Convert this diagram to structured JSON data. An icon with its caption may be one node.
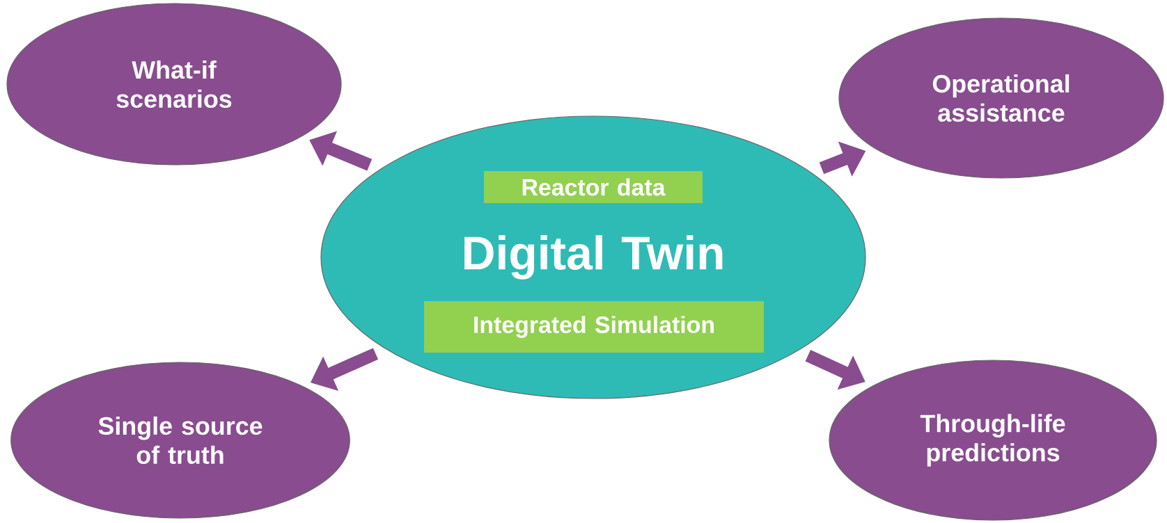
{
  "diagram": {
    "nodes": [
      {
        "text": [
          "What-if scenarios"
        ]
      },
      {
        "text": [
          "Operational assistance"
        ]
      },
      {
        "text": [
          "Digital Twin"
        ]
      },
      {
        "text": [
          "Reactor data"
        ],
        "in": 2
      },
      {
        "text": [
          "Integrated Simulation"
        ],
        "in": 2
      },
      {
        "text": [
          "Single source of truth"
        ]
      },
      {
        "text": [
          "Through-life predictions"
        ]
      }
    ],
    "edges": [
      {
        "from": 2,
        "to": 0,
        "arrow": "to"
      },
      {
        "from": 2,
        "to": 1,
        "arrow": "to"
      },
      {
        "from": 2,
        "to": 5,
        "arrow": "to"
      },
      {
        "from": 2,
        "to": 6,
        "arrow": "to"
      }
    ]
  }
}
